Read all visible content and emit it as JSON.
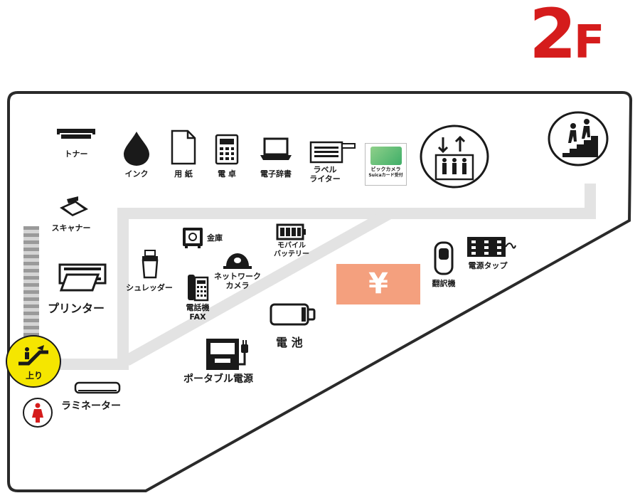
{
  "floor": {
    "number": "2",
    "suffix": "F"
  },
  "labels": {
    "toner": "トナー",
    "ink": "インク",
    "paper": "用 紙",
    "calculator": "電 卓",
    "e_dictionary": "電子辞書",
    "label_writer_1": "ラベル",
    "label_writer_2": "ライター",
    "card_1": "ビックカメラ",
    "card_2": "Suicaカード受付",
    "scanner": "スキャナー",
    "printer": "プリンター",
    "shredder": "シュレッダー",
    "safe": "金庫",
    "phone_fax_1": "電話機",
    "phone_fax_2": "FAX",
    "network_camera_1": "ネットワーク",
    "network_camera_2": "カメラ",
    "mobile_battery_1": "モバイル",
    "mobile_battery_2": "バッテリー",
    "battery": "電 池",
    "portable_power": "ポータブル電源",
    "laminator": "ラミネーター",
    "translator": "翻訳機",
    "power_strip": "電源タップ",
    "escalator_up": "上り",
    "cashier": "¥"
  },
  "icons": [
    "toner-icon",
    "ink-drop-icon",
    "paper-icon",
    "calculator-icon",
    "laptop-icon",
    "label-writer-icon",
    "card-reception-icon",
    "elevator-icon",
    "stairs-icon",
    "scanner-icon",
    "printer-icon",
    "shredder-icon",
    "safe-icon",
    "phone-fax-icon",
    "network-camera-icon",
    "mobile-battery-icon",
    "battery-icon",
    "portable-power-icon",
    "laminator-icon",
    "translator-icon",
    "power-strip-icon",
    "escalator-icon",
    "restroom-woman-icon"
  ],
  "colors": {
    "floor_number": "#d51c1c",
    "cashier": "#f4a07e",
    "escalator": "#f5e600",
    "restroom": "#d51c1c",
    "aisle": "#e3e3e3",
    "outline": "#2a2a2a"
  }
}
